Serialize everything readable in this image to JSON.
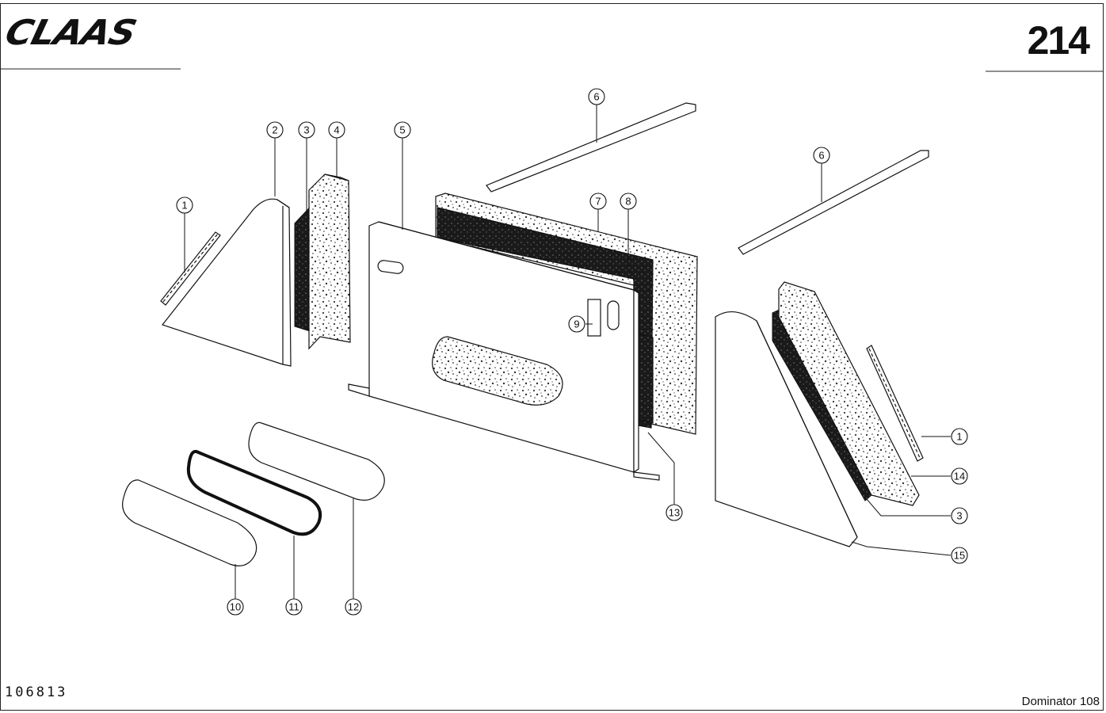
{
  "header": {
    "brand": "CLAAS",
    "page_number": "214"
  },
  "footer": {
    "doc_number": "106813",
    "model": "Dominator 108"
  },
  "callouts": {
    "c1a": "1",
    "c2": "2",
    "c3a": "3",
    "c4": "4",
    "c5": "5",
    "c6a": "6",
    "c6b": "6",
    "c7": "7",
    "c8": "8",
    "c9": "9",
    "c10": "10",
    "c11": "11",
    "c12": "12",
    "c13": "13",
    "c1b": "1",
    "c14": "14",
    "c3b": "3",
    "c15": "15"
  }
}
